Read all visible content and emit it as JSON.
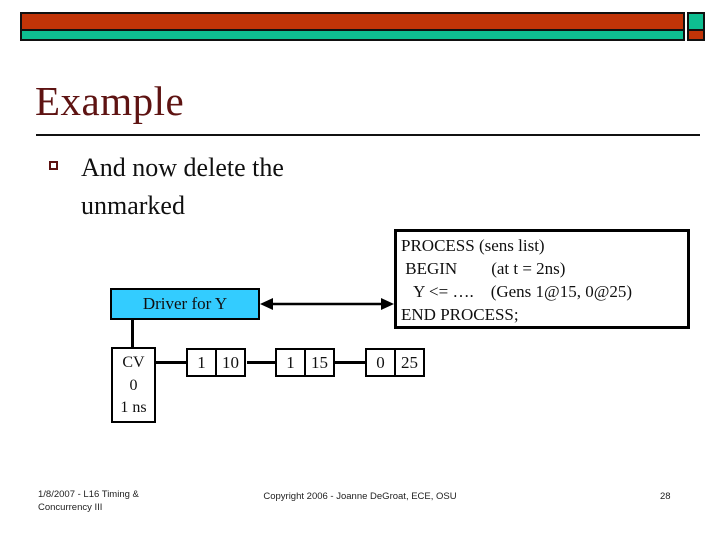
{
  "slide": {
    "title": "Example",
    "bullet_text": "And now delete the unmarked"
  },
  "colors": {
    "banner_red": "#C13408",
    "banner_teal": "#0EBE91",
    "title_maroon": "#5E1312",
    "driver_cyan": "#33CCFF"
  },
  "diagram": {
    "process_box_lines": [
      "PROCESS (sens list)",
      " BEGIN        (at t = 2ns)",
      "   Y <= ….    (Gens 1@15, 0@25)",
      "END PROCESS;"
    ],
    "driver_box_label": "Driver for Y",
    "cv_box_lines": [
      "CV",
      "0",
      "1 ns"
    ],
    "list_nodes": [
      {
        "value": "1",
        "time": "10"
      },
      {
        "value": "1",
        "time": "15"
      },
      {
        "value": "0",
        "time": "25"
      }
    ]
  },
  "footer": {
    "date_course_line1": "1/8/2007 - L16 Timing &",
    "date_course_line2": "Concurrency III",
    "copyright": "Copyright 2006 - Joanne DeGroat, ECE, OSU",
    "page_number": "28"
  }
}
